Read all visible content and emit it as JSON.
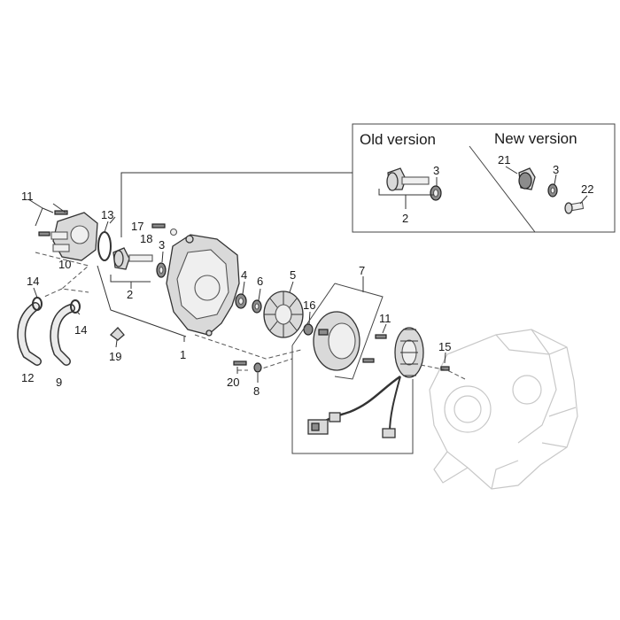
{
  "variants": {
    "old_title": "Old version",
    "new_title": "New version"
  },
  "callouts": [
    {
      "id": "c1",
      "text": "1"
    },
    {
      "id": "c2",
      "text": "2"
    },
    {
      "id": "c3",
      "text": "3"
    },
    {
      "id": "c4",
      "text": "4"
    },
    {
      "id": "c5",
      "text": "5"
    },
    {
      "id": "c6",
      "text": "6"
    },
    {
      "id": "c7",
      "text": "7"
    },
    {
      "id": "c8",
      "text": "8"
    },
    {
      "id": "c9",
      "text": "9"
    },
    {
      "id": "c10",
      "text": "10"
    },
    {
      "id": "c11",
      "text": "11"
    },
    {
      "id": "c12",
      "text": "12"
    },
    {
      "id": "c13",
      "text": "13"
    },
    {
      "id": "c14",
      "text": "14"
    },
    {
      "id": "c15",
      "text": "15"
    },
    {
      "id": "c16",
      "text": "16"
    },
    {
      "id": "c17",
      "text": "17"
    },
    {
      "id": "c18",
      "text": "18"
    },
    {
      "id": "c19",
      "text": "19"
    },
    {
      "id": "c20",
      "text": "20"
    },
    {
      "id": "c21",
      "text": "21"
    },
    {
      "id": "c22",
      "text": "22"
    }
  ]
}
